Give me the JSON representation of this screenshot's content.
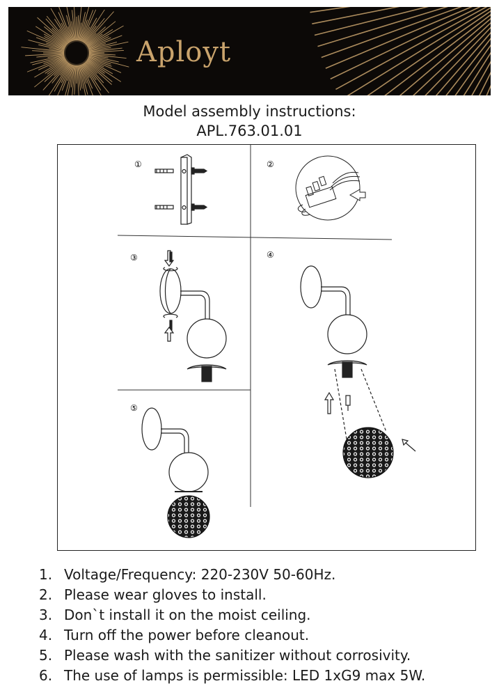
{
  "brand": {
    "name": "Aployt",
    "colors": {
      "banner_bg": "#0c0907",
      "gold": "#c9a36c"
    }
  },
  "header": {
    "title": "Model assembly instructions:",
    "model": "APL.763.01.01"
  },
  "steps": [
    {
      "label": "①",
      "icon": "mounting-bracket-with-screws"
    },
    {
      "label": "②",
      "icon": "wire-terminal-block-connection"
    },
    {
      "label": "③",
      "icon": "fix-sconce-to-bracket-with-screws"
    },
    {
      "label": "④",
      "icon": "install-lamp-and-textured-shade"
    },
    {
      "label": "⑤",
      "icon": "assembled-wall-sconce"
    }
  ],
  "notes": [
    {
      "num": "1.",
      "text": "Voltage/Frequency: 220-230V 50-60Hz."
    },
    {
      "num": "2.",
      "text": "Please wear gloves to install."
    },
    {
      "num": "3.",
      "text": "Don`t install it on the moist ceiling."
    },
    {
      "num": "4.",
      "text": "Turn off the power before cleanout."
    },
    {
      "num": "5.",
      "text": "Please wash with the sanitizer without corrosivity."
    },
    {
      "num": "6.",
      "text": "The use of lamps is permissible: LED 1xG9 max 5W."
    }
  ]
}
